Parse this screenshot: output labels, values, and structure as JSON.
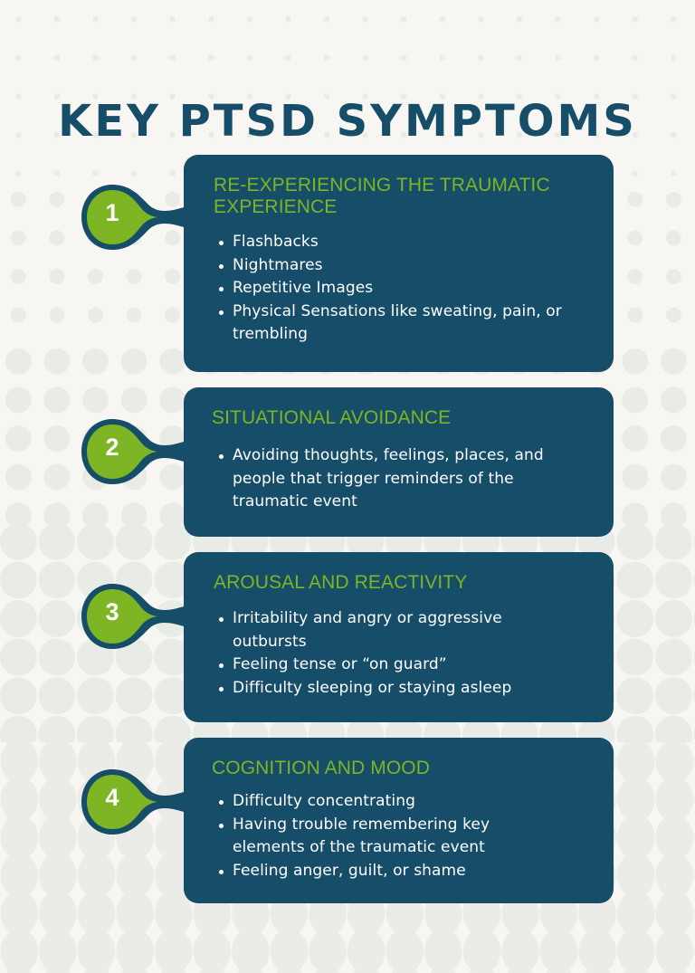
{
  "title": "KEY PTSD SYMPTOMS",
  "colors": {
    "background": "#f7f6f2",
    "pattern": "#e9ebe7",
    "primary_navy": "#164d68",
    "accent_green": "#7db524",
    "text_on_card": "#ffffff"
  },
  "sections": [
    {
      "number": "1",
      "heading": "RE-EXPERIENCING THE TRAUMATIC EXPERIENCE",
      "items": [
        "Flashbacks",
        "Nightmares",
        "Repetitive Images",
        "Physical Sensations like sweating, pain, or trembling"
      ]
    },
    {
      "number": "2",
      "heading": "SITUATIONAL AVOIDANCE",
      "items": [
        "Avoiding thoughts, feelings, places, and people that trigger reminders of the traumatic event"
      ]
    },
    {
      "number": "3",
      "heading": "AROUSAL AND REACTIVITY",
      "items": [
        "Irritability and angry or aggressive outbursts",
        "Feeling tense or “on guard”",
        "Difficulty sleeping or staying asleep"
      ]
    },
    {
      "number": "4",
      "heading": "COGNITION AND MOOD",
      "items": [
        "Difficulty concentrating",
        "Having trouble remembering key elements of the traumatic event",
        "Feeling anger, guilt, or shame"
      ]
    }
  ]
}
